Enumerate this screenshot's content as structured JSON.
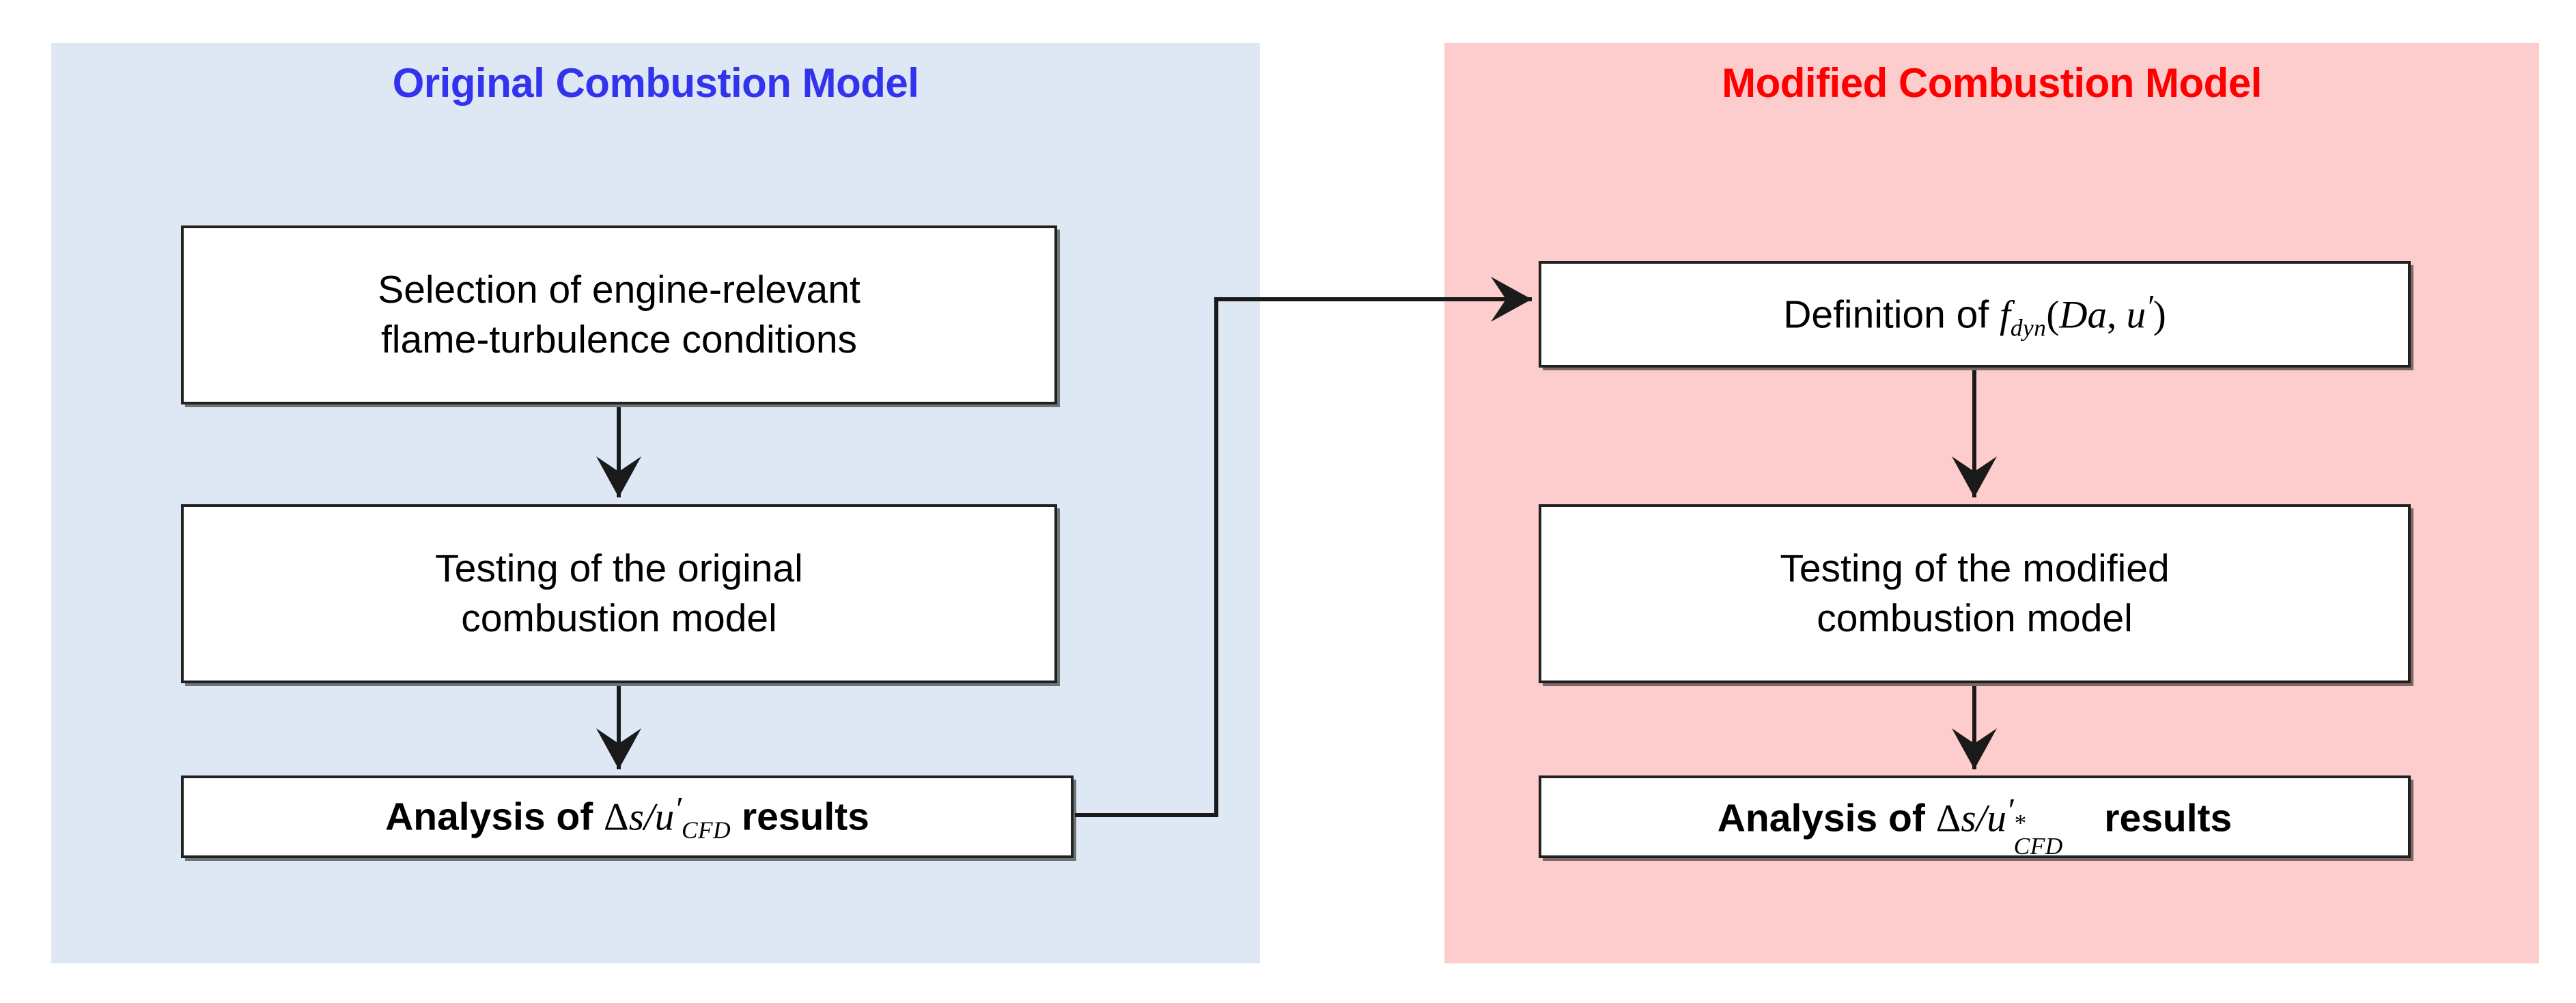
{
  "panels": [
    {
      "id": "original",
      "title": "Original Combustion Model",
      "title_color": "#3333EE",
      "background_color": "#DDE8F4"
    },
    {
      "id": "modified",
      "title": "Modified Combustion Model",
      "title_color": "#FE0000",
      "background_color": "#FDCDCD"
    }
  ],
  "nodes": {
    "selection": {
      "line1": "Selection of engine-relevant",
      "line2": "flame-turbulence conditions"
    },
    "testing_original": {
      "line1": "Testing of the original",
      "line2": "combustion model"
    },
    "analysis_original": {
      "prefix": "Analysis of ",
      "math_delta": "Δ",
      "math_s": "s",
      "math_slash": "/",
      "math_u": "u",
      "math_prime": "′",
      "math_sub": "CFD",
      "suffix": " results",
      "plain_text": "Analysis of Δs/u′CFD results"
    },
    "definition": {
      "prefix": "Definition of ",
      "math_f": "f",
      "math_sub": "dyn",
      "math_open": "(",
      "math_Da": "Da",
      "math_comma": ", ",
      "math_u": "u",
      "math_prime": "′",
      "math_close": ")",
      "plain_text": "Definition of f_dyn(Da, u′)"
    },
    "testing_modified": {
      "line1": "Testing of the modified",
      "line2": "combustion model"
    },
    "analysis_modified": {
      "prefix": "Analysis of ",
      "math_delta": "Δ",
      "math_s": "s",
      "math_slash": "/",
      "math_u": "u",
      "math_prime": "′",
      "math_star": "*",
      "math_sub": "CFD",
      "suffix": " results",
      "plain_text": "Analysis of Δs/u′*CFD results"
    }
  },
  "connectors": [
    {
      "name": "selection-to-testing-original",
      "from": "selection",
      "to": "testing_original",
      "direction": "down"
    },
    {
      "name": "testing-original-to-analysis-original",
      "from": "testing_original",
      "to": "analysis_original",
      "direction": "down"
    },
    {
      "name": "analysis-original-to-definition",
      "from": "analysis_original",
      "to": "definition",
      "direction": "right"
    },
    {
      "name": "definition-to-testing-modified",
      "from": "definition",
      "to": "testing_modified",
      "direction": "down"
    },
    {
      "name": "testing-modified-to-analysis-modified",
      "from": "testing_modified",
      "to": "analysis_modified",
      "direction": "down"
    }
  ],
  "style": {
    "line_color": "#1A1A1A",
    "box_border_color": "#212121",
    "box_fill": "#FFFFFF",
    "canvas_background": "#FFFFFF"
  }
}
